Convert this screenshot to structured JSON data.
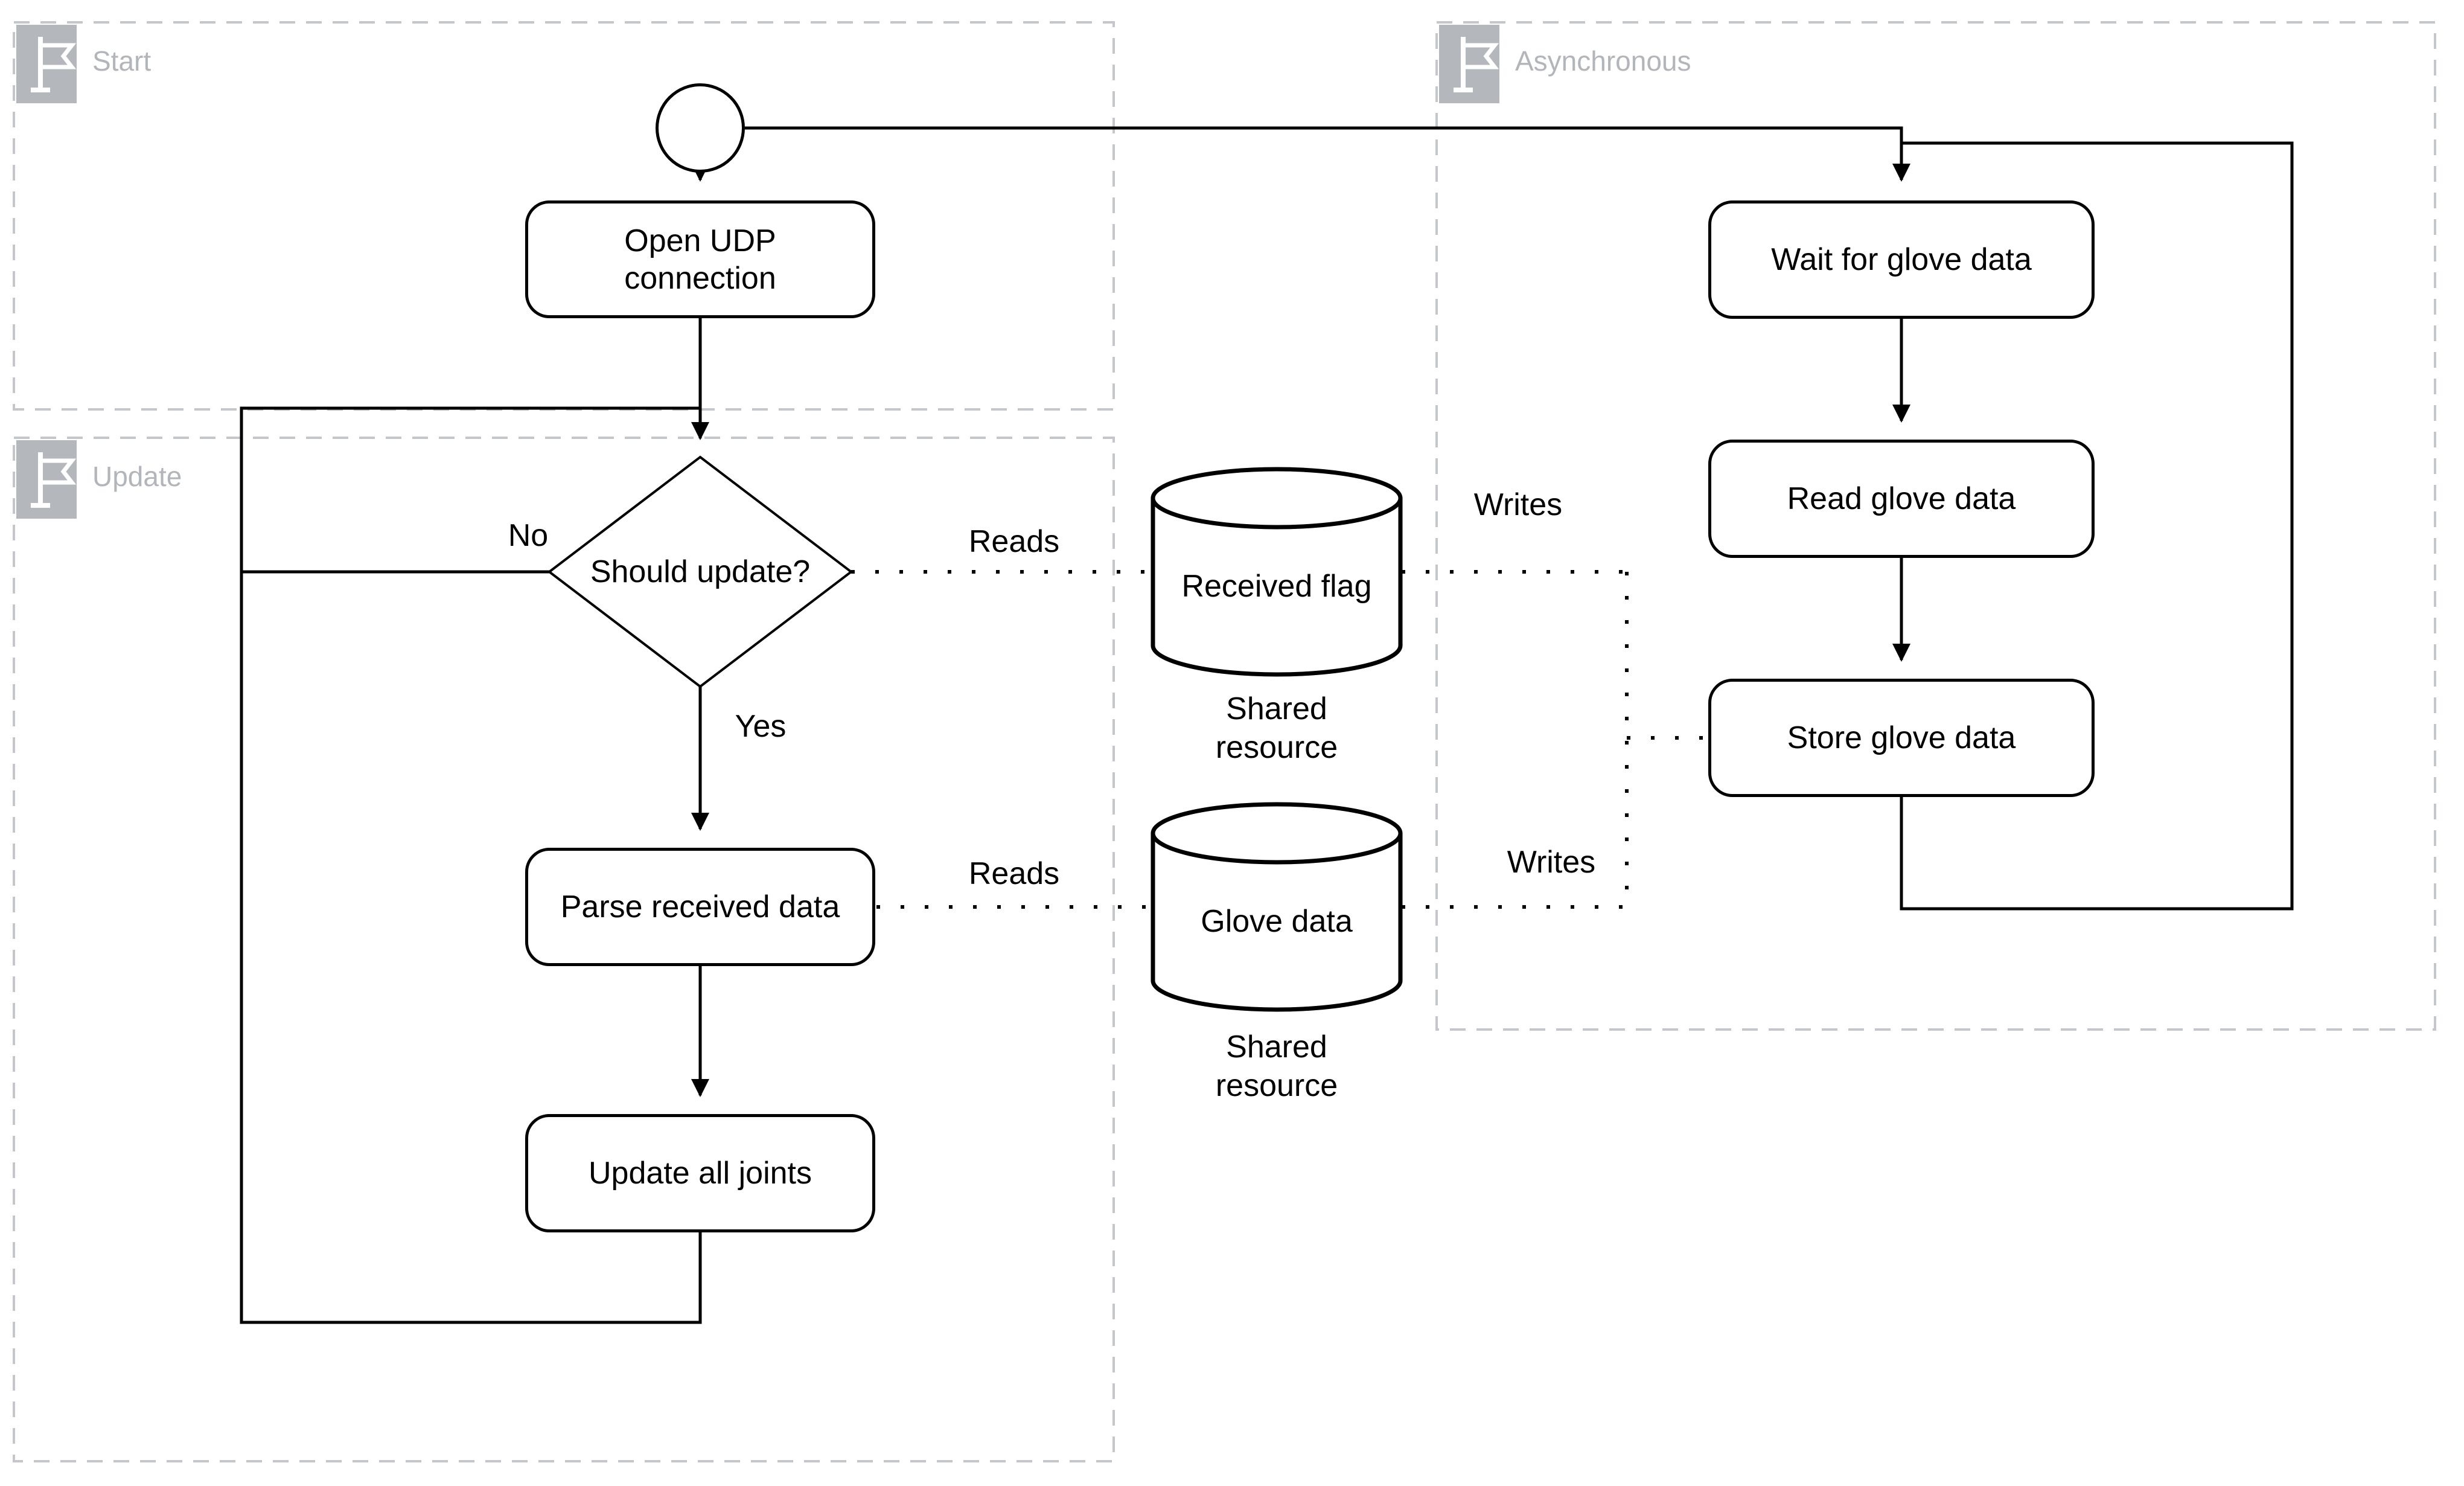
{
  "groups": {
    "start": {
      "title": "Start"
    },
    "update": {
      "title": "Update"
    },
    "asynchronous": {
      "title": "Asynchronous"
    }
  },
  "nodes": {
    "open_udp": {
      "line1": "Open UDP",
      "line2": "connection"
    },
    "should_update": {
      "label": "Should update?"
    },
    "parse_received": {
      "label": "Parse received data"
    },
    "update_all_joints": {
      "label": "Update all joints"
    },
    "wait_glove": {
      "label": "Wait for glove data"
    },
    "read_glove": {
      "label": "Read glove data"
    },
    "store_glove": {
      "label": "Store glove data"
    }
  },
  "datastores": {
    "received_flag": {
      "label": "Received flag",
      "caption1": "Shared",
      "caption2": "resource"
    },
    "glove_data": {
      "label": "Glove data",
      "caption1": "Shared",
      "caption2": "resource"
    }
  },
  "edge_labels": {
    "no": "No",
    "yes": "Yes",
    "reads_flag": "Reads",
    "writes_flag": "Writes",
    "reads_data": "Reads",
    "writes_data": "Writes"
  },
  "colors": {
    "stroke": "#000000",
    "group_border": "#c3c6ca",
    "flag_box_fill": "#b4b8bd",
    "group_title_text": "#b2b5b9",
    "shape_fill": "#ffffff"
  }
}
